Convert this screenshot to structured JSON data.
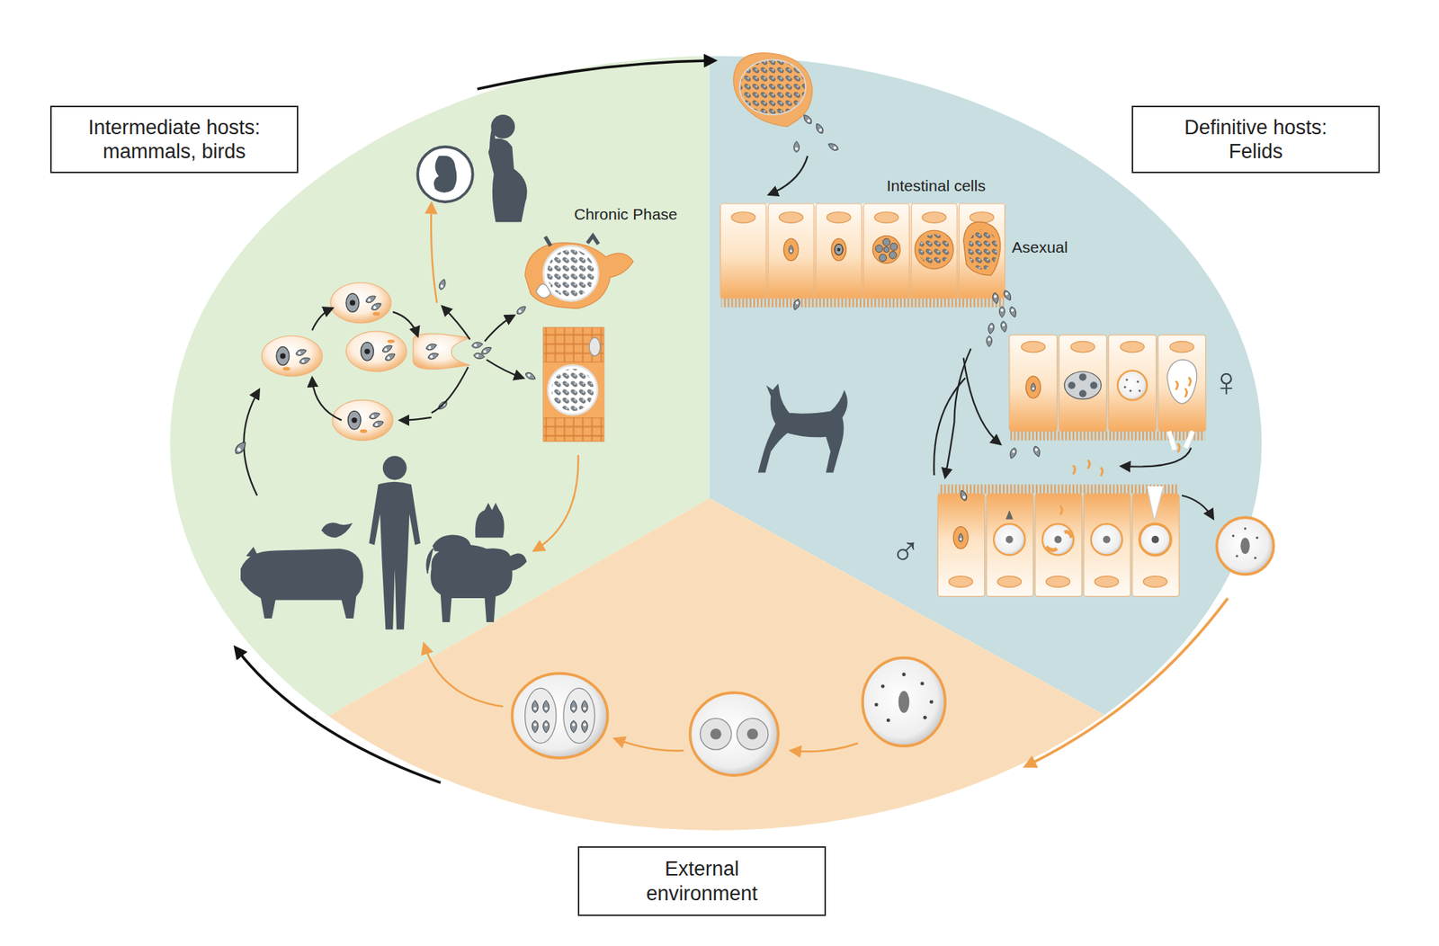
{
  "diagram": {
    "nodes": [
      {
        "text": [
          "Intermediate hosts: mammals, birds"
        ]
      },
      {
        "text": [
          "Definitive hosts: Felids"
        ]
      },
      {
        "text": [
          "External environment"
        ]
      }
    ],
    "labels": [
      "Chronic Phase",
      "Intestinal cells",
      "Asexual",
      "♀",
      "♂"
    ]
  }
}
